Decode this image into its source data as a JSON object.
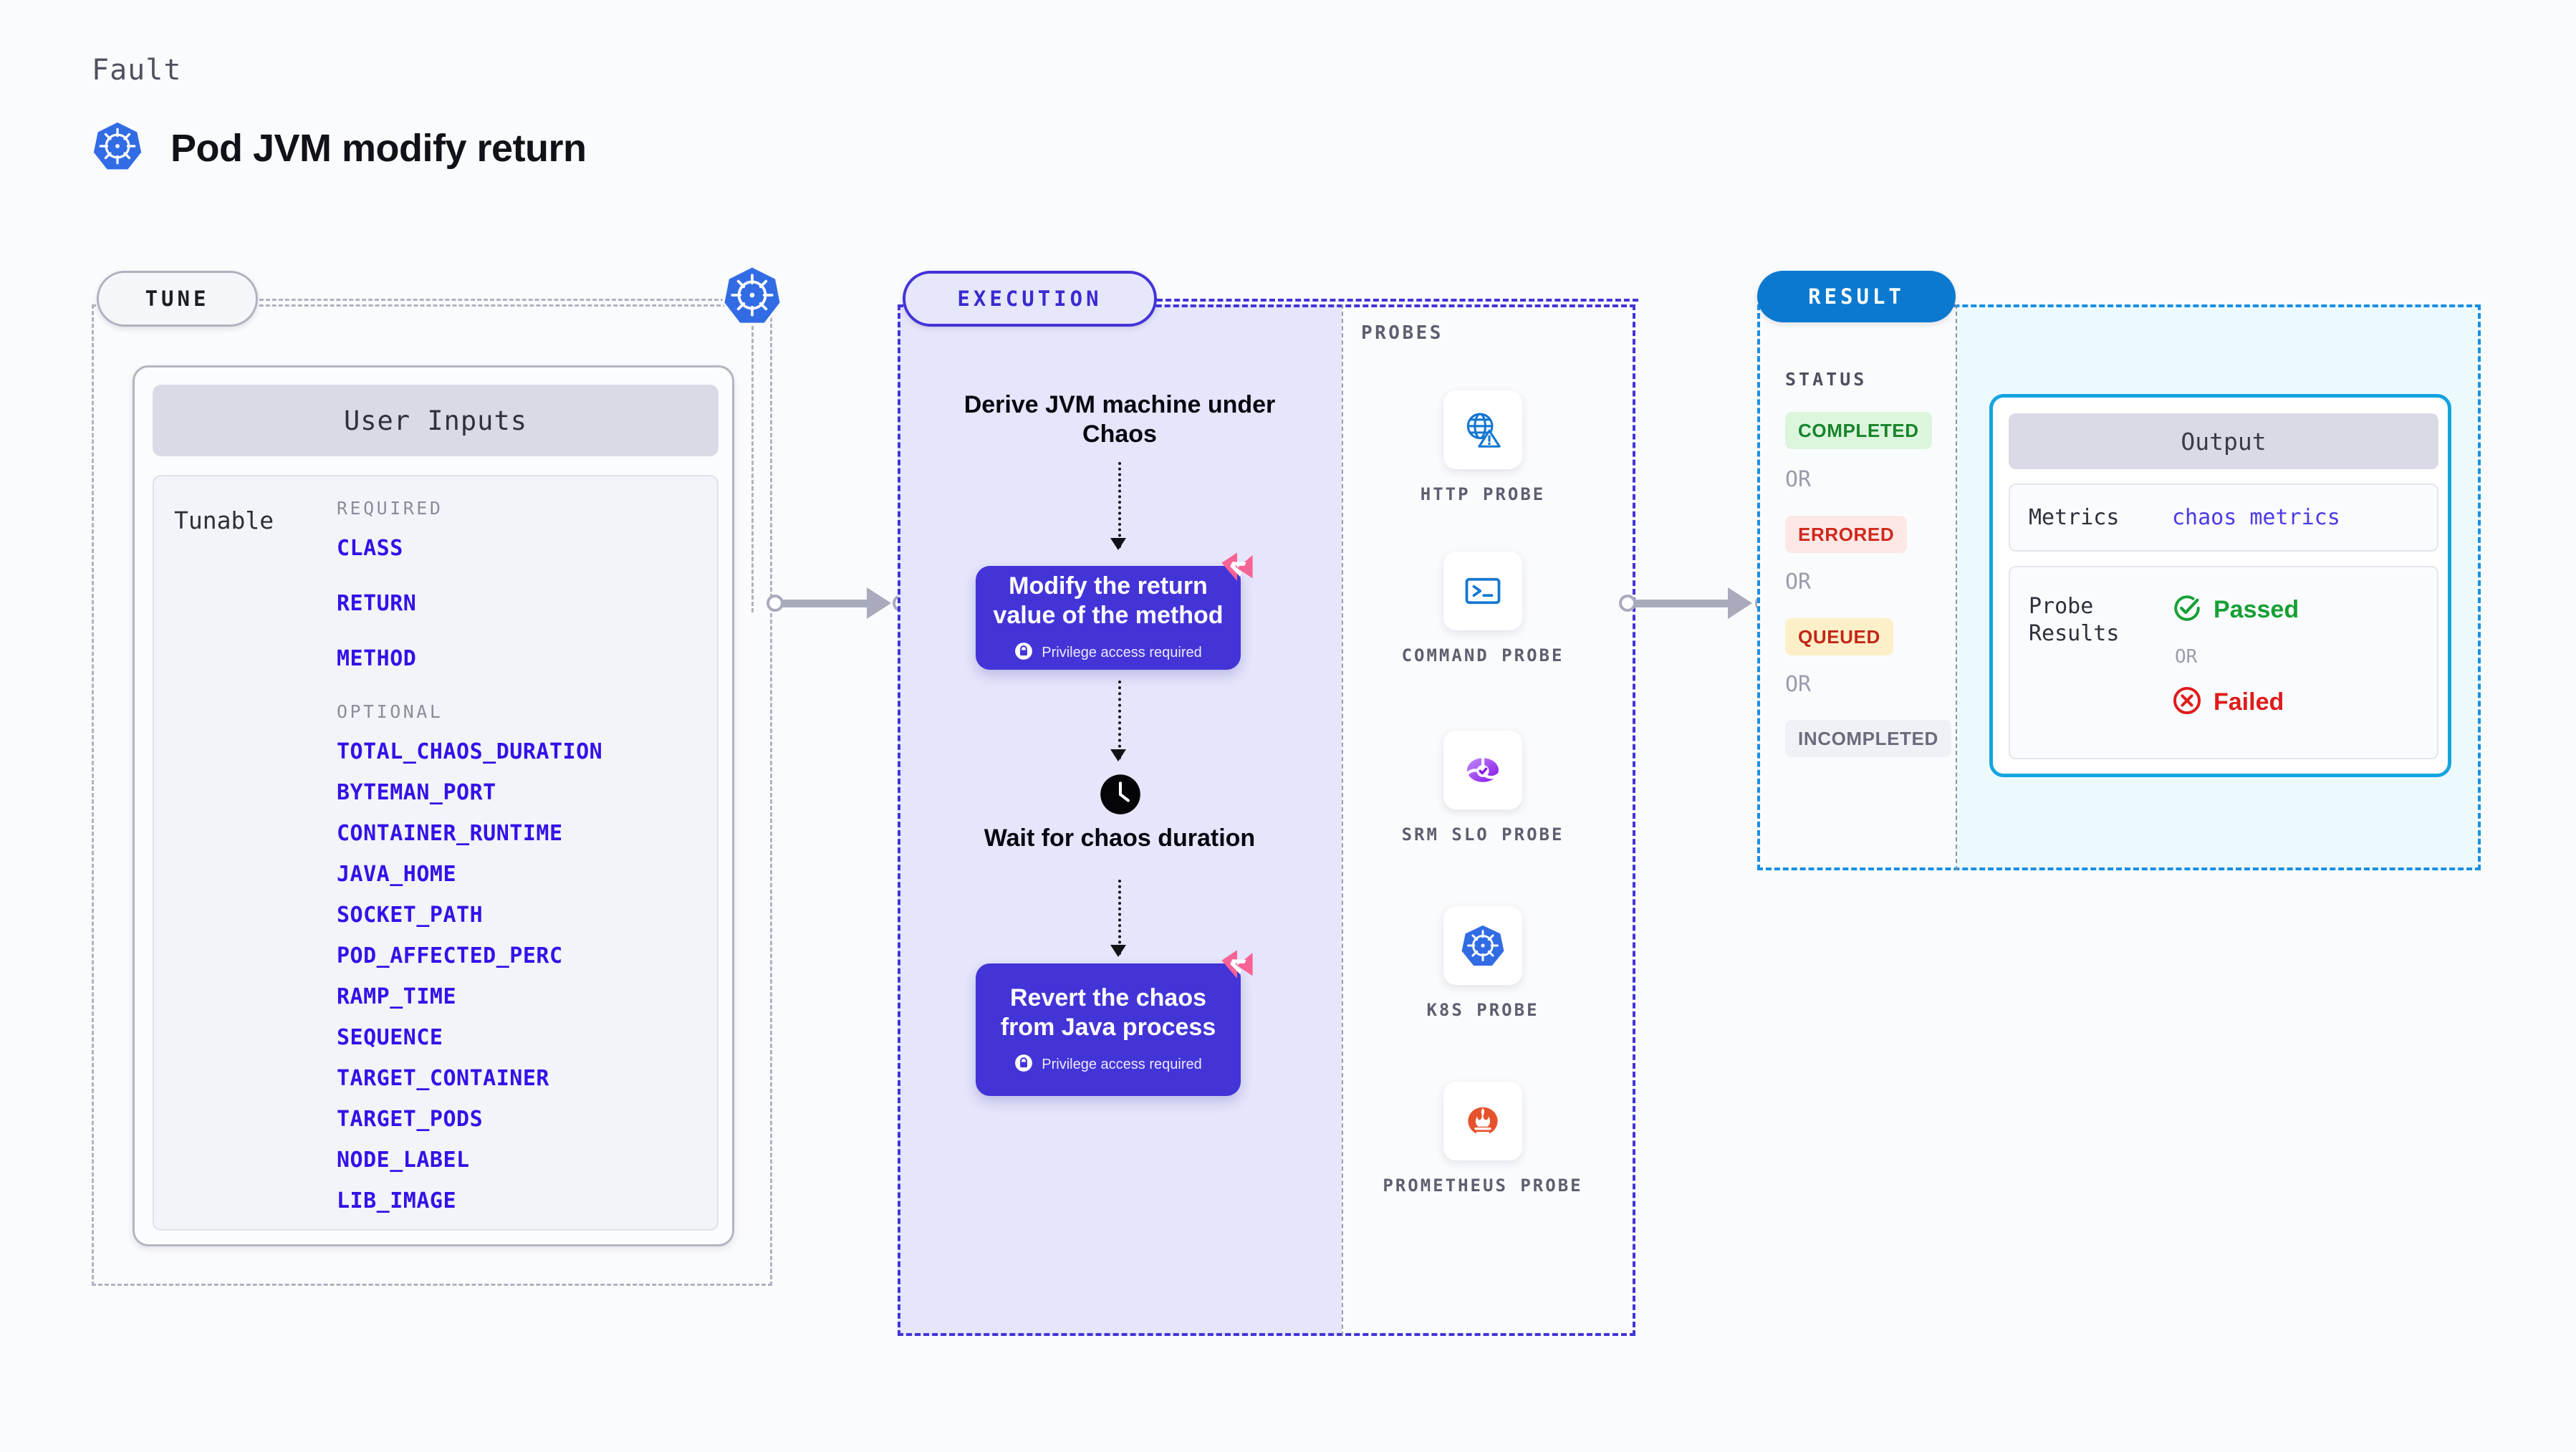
{
  "header": {
    "eyebrow": "Fault",
    "title": "Pod JVM modify return",
    "icon": "kubernetes-icon"
  },
  "tune": {
    "stage_label": "TUNE",
    "badge_icon": "kubernetes-icon",
    "card_title": "User Inputs",
    "row_label": "Tunable",
    "groups": [
      {
        "label": "REQUIRED",
        "items": [
          "CLASS",
          "RETURN",
          "METHOD"
        ]
      },
      {
        "label": "OPTIONAL",
        "items": [
          "TOTAL_CHAOS_DURATION",
          "BYTEMAN_PORT",
          "CONTAINER_RUNTIME",
          "JAVA_HOME",
          "SOCKET_PATH",
          "POD_AFFECTED_PERC",
          "RAMP_TIME",
          "SEQUENCE",
          "TARGET_CONTAINER",
          "TARGET_PODS",
          "NODE_LABEL",
          "LIB_IMAGE"
        ]
      }
    ]
  },
  "execution": {
    "stage_label": "EXECUTION",
    "step_derive": "Derive JVM machine under Chaos",
    "action_modify": {
      "title": "Modify the return value of the method",
      "privilege_note": "Privilege access required",
      "lock_icon": "lock-icon",
      "corner_icon": "harness-logo-icon"
    },
    "step_wait": "Wait for chaos duration",
    "wait_icon": "clock-icon",
    "action_revert": {
      "title": "Revert the chaos from Java process",
      "privilege_note": "Privilege access required",
      "lock_icon": "lock-icon",
      "corner_icon": "harness-logo-icon"
    }
  },
  "probes": {
    "label": "PROBES",
    "items": [
      {
        "name": "HTTP PROBE",
        "icon": "globe-warning-icon"
      },
      {
        "name": "COMMAND PROBE",
        "icon": "terminal-icon"
      },
      {
        "name": "SRM SLO PROBE",
        "icon": "srm-slo-icon"
      },
      {
        "name": "K8S PROBE",
        "icon": "kubernetes-icon"
      },
      {
        "name": "PROMETHEUS PROBE",
        "icon": "prometheus-icon"
      }
    ]
  },
  "result": {
    "stage_label": "RESULT",
    "status_label": "STATUS",
    "or_text": "OR",
    "statuses": [
      {
        "text": "COMPLETED",
        "bg": "#dcf5dd",
        "fg": "#17842a"
      },
      {
        "text": "ERRORED",
        "bg": "#fde8e6",
        "fg": "#d0281b"
      },
      {
        "text": "QUEUED",
        "bg": "#fdf0c8",
        "fg": "#c22718"
      },
      {
        "text": "INCOMPLETED",
        "bg": "#f0f1f6",
        "fg": "#6a6c7d"
      }
    ],
    "output": {
      "title": "Output",
      "metrics_key": "Metrics",
      "metrics_value": "chaos metrics",
      "probe_results_key": "Probe Results",
      "passed_text": "Passed",
      "passed_icon": "check-circle-icon",
      "failed_text": "Failed",
      "failed_icon": "x-circle-icon",
      "or_text": "OR"
    }
  },
  "colors": {
    "accent_indigo": "#4334d8",
    "accent_blue": "#1a8fe3",
    "k8s_blue": "#326ce5",
    "harness_pink": "#f76394",
    "param_blue": "#3311e8",
    "pass_green": "#15a034",
    "fail_red": "#e01b1b"
  }
}
